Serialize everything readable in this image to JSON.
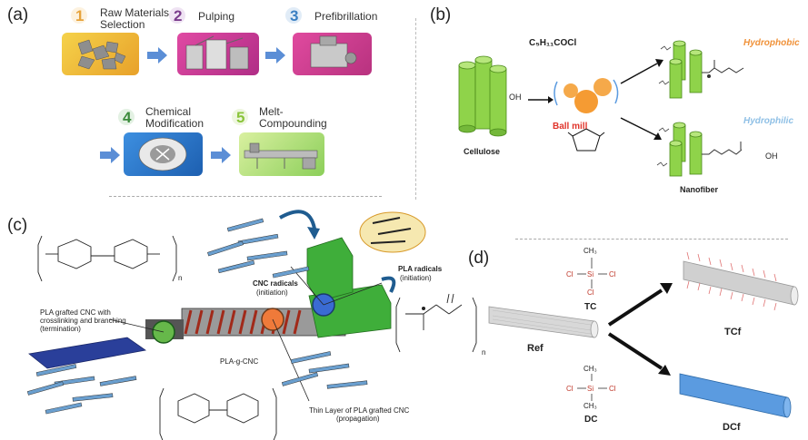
{
  "panel_a": {
    "label": "(a)",
    "steps": [
      {
        "num": "1",
        "line1": "Raw Materials",
        "line2": "Selection",
        "color": "#e7a33c"
      },
      {
        "num": "2",
        "line1": "Pulping",
        "line2": "",
        "color": "#7a3b8c"
      },
      {
        "num": "3",
        "line1": "Prefibrillation",
        "line2": "",
        "color": "#3a7fc2"
      },
      {
        "num": "4",
        "line1": "Chemical",
        "line2": "Modification",
        "color": "#3a8a3a"
      },
      {
        "num": "5",
        "line1": "Melt-",
        "line2": "Compounding",
        "color": "#8ac43a"
      }
    ]
  },
  "panel_b": {
    "label": "(b)",
    "reagent": "C₅H₁₁COCl",
    "oh": "OH",
    "ball_mill": "Ball mill",
    "cellulose": "Cellulose",
    "hydrophobic": "Hydrophobic",
    "hydrophilic": "Hydrophilic",
    "oh2": "OH",
    "nanofiber": "Nanofiber"
  },
  "panel_c": {
    "label": "(c)",
    "cnc_radicals": "CNC radicals",
    "cnc_initiation": "(initiation)",
    "pla_radicals": "PLA radicals",
    "pla_initiation": "(initiation)",
    "grafted_line1": "PLA grafted CNC with",
    "grafted_line2": "crosslinking and branching",
    "grafted_line3": "(termination)",
    "pla_g_cnc": "PLA-g-CNC",
    "thin_line1": "Thin Layer of PLA grafted CNC",
    "thin_line2": "(propagation)",
    "n1": "n",
    "n2": "n"
  },
  "panel_d": {
    "label": "(d)",
    "tc": "TC",
    "dc": "DC",
    "ref": "Ref",
    "tcf": "TCf",
    "dcf": "DCf",
    "ch3": "CH₃",
    "si": "Si",
    "cl": "Cl"
  }
}
